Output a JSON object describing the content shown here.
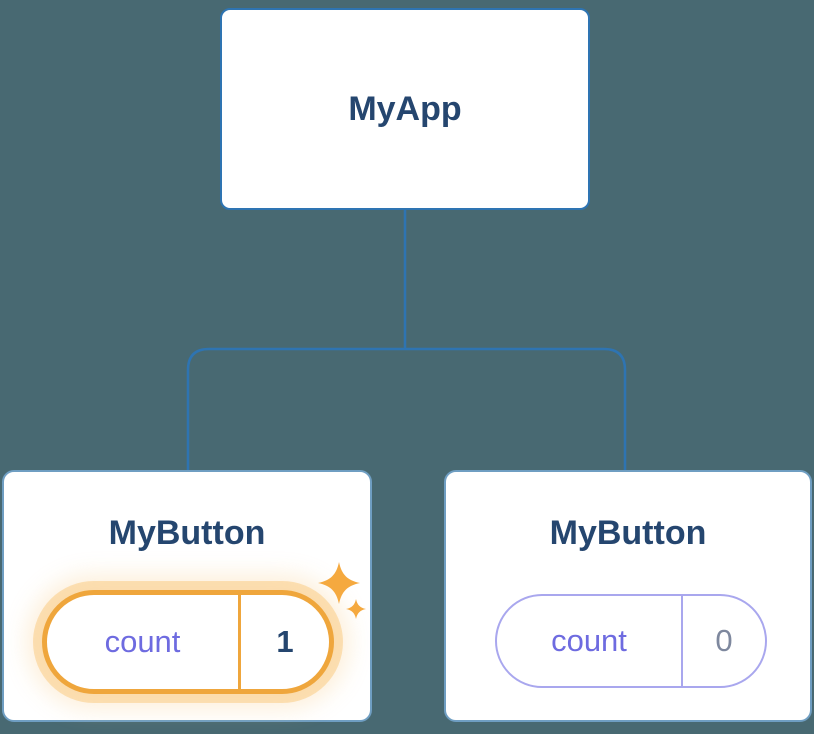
{
  "tree": {
    "root": {
      "label": "MyApp"
    },
    "children": [
      {
        "label": "MyButton",
        "state_key": "count",
        "state_value": "1",
        "highlighted": true
      },
      {
        "label": "MyButton",
        "state_key": "count",
        "state_value": "0",
        "highlighted": false
      }
    ]
  },
  "colors": {
    "background": "#486972",
    "card_background": "#FFFFFF",
    "connector_blue": "#2E74B2",
    "heading_navy": "#25466F",
    "state_purple": "#6E6BE0",
    "pill_border_purple": "#A9A7EE",
    "muted_value_gray": "#7E889E",
    "highlight_orange": "#EFA63C",
    "glow_orange": "#FACE8C",
    "sparkle_orange": "#F5A93F"
  },
  "icons": {
    "sparkle_large": "sparkle-icon",
    "sparkle_small": "sparkle-icon"
  }
}
